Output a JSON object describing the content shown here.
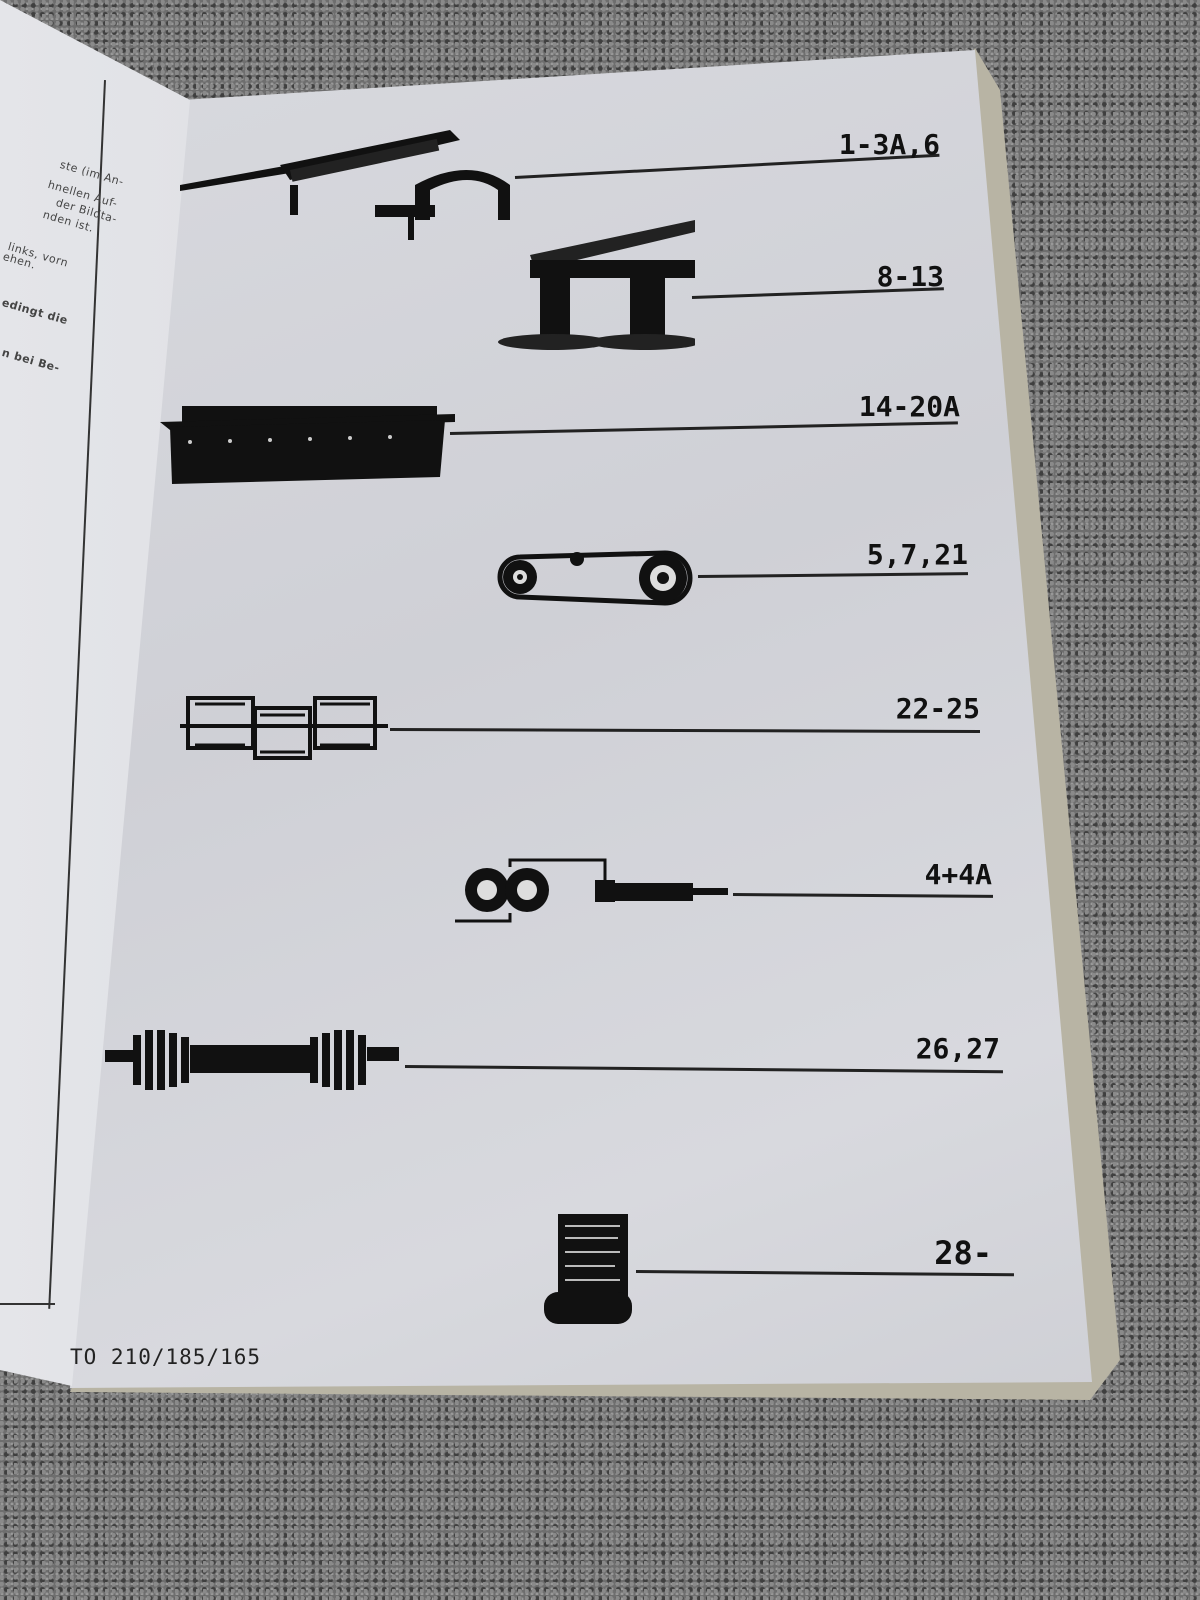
{
  "left_page": {
    "text_fragments": [
      "ste (im An-",
      "hnellen Auf-",
      "der Bildta-",
      "nden ist.",
      "links, vorn",
      "ehen.",
      "edingt die",
      "n bei Be-"
    ]
  },
  "right_page": {
    "entries": [
      {
        "icon": "mower-frame-icon",
        "label": "1-3A,6"
      },
      {
        "icon": "mower-discs-icon",
        "label": "8-13"
      },
      {
        "icon": "cutter-bar-icon",
        "label": "14-20A"
      },
      {
        "icon": "belt-drive-icon",
        "label": "5,7,21"
      },
      {
        "icon": "conditioner-rotor-icon",
        "label": "22-25"
      },
      {
        "icon": "hydraulic-cylinder-icon",
        "label": "4+4A"
      },
      {
        "icon": "pto-shaft-icon",
        "label": "26,27"
      },
      {
        "icon": "document-scroll-icon",
        "label": "28-"
      }
    ],
    "footer": "TO 210/185/165"
  },
  "colors": {
    "paper": "#d5d6db",
    "ink": "#111111",
    "background": "#6e6e6e"
  }
}
